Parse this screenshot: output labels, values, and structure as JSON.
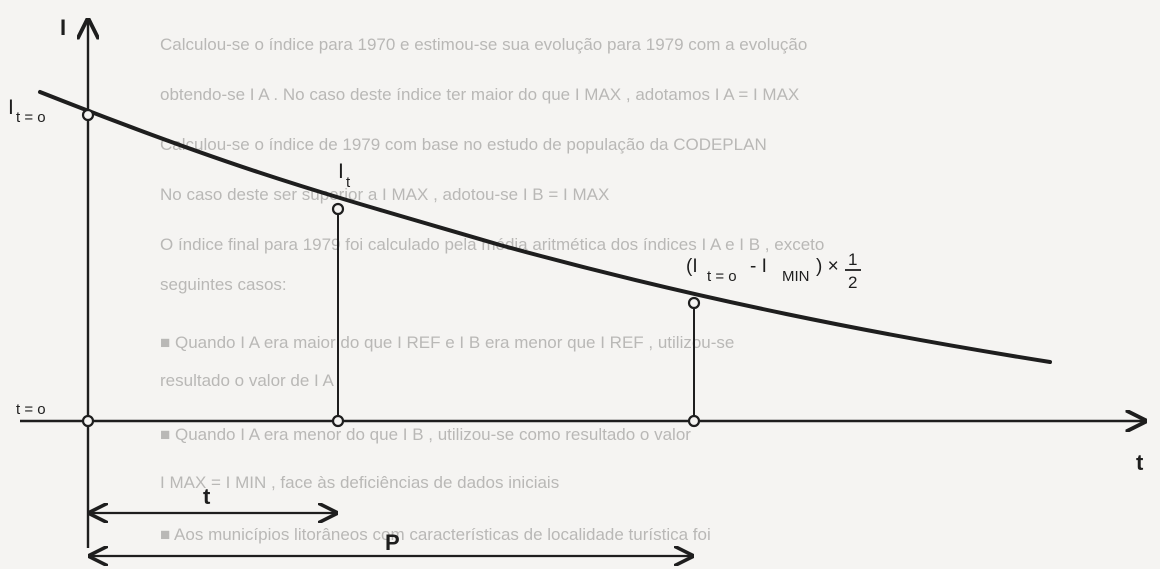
{
  "background_text": [
    "Calculou-se o índice para 1970 e estimou-se sua evolução para 1979 com a evolução",
    "obtendo-se I A . No caso deste índice ter maior do que I MAX , adotamos I A = I MAX",
    "Calculou-se o índice de 1979 com base no estudo de população da CODEPLAN",
    "No caso deste ser superior a I MAX , adotou-se I B = I MAX",
    "O índice final para 1979 foi calculado pela média aritmética dos índices I A e I B , exceto",
    "seguintes casos:",
    "■ Quando I A era maior do que I REF e I B era menor que I REF , utilizou-se",
    "resultado o valor de I A",
    "■ Quando I A era menor do que I B , utilizou-se como resultado o valor",
    "I MAX = I MIN , face às deficiências de dados iniciais",
    "■ Aos municípios litorâneos com características de localidade turística foi"
  ],
  "labels": {
    "y_axis": "I",
    "x_axis": "t",
    "i_t0_main": "I",
    "i_t0_sub": "t = o",
    "i_t_main": "I",
    "i_t_sub": "t",
    "t0": "t = o",
    "formula_open": "(I",
    "formula_sub1": "t = o",
    "formula_minus": " - I",
    "formula_sub2": "MIN",
    "formula_close": ") ×",
    "frac_num": "1",
    "frac_den": "2",
    "span_t": "t",
    "span_p": "P"
  },
  "colors": {
    "ink": "#1e1e1e",
    "paper": "#f5f4f2",
    "bleed": "#b9b8b6"
  }
}
